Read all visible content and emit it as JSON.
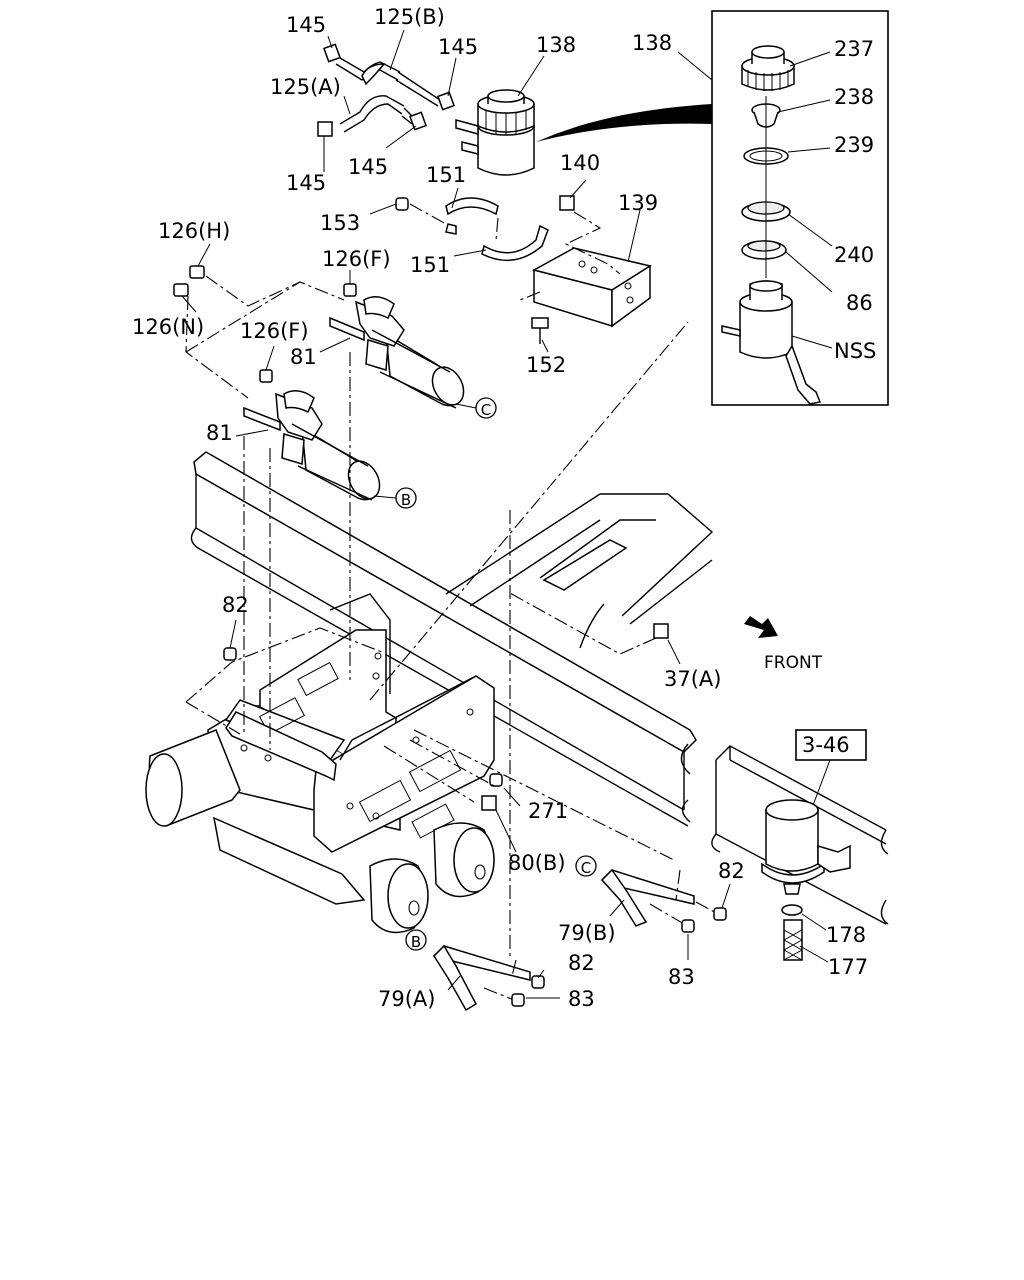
{
  "callouts": {
    "c145_a": "145",
    "c145_b": "145",
    "c145_c": "145",
    "c145_d": "145",
    "c125b": "125(B)",
    "c125a": "125(A)",
    "c138": "138",
    "c138_detail": "138",
    "c237": "237",
    "c238": "238",
    "c239": "239",
    "c240": "240",
    "c86": "86",
    "cNSS": "NSS",
    "c140": "140",
    "c151_a": "151",
    "c151_b": "151",
    "c153": "153",
    "c139": "139",
    "c152": "152",
    "c126h": "126(H)",
    "c126n": "126(N)",
    "c126f_a": "126(F)",
    "c126f_b": "126(F)",
    "c81_a": "81",
    "c81_b": "81",
    "c82_a": "82",
    "c82_b": "82",
    "c82_c": "82",
    "c37a": "37(A)",
    "c271": "271",
    "c80b": "80(B)",
    "c79b": "79(B)",
    "c79a": "79(A)",
    "c83_a": "83",
    "c83_b": "83",
    "c178": "178",
    "c177": "177"
  },
  "reference_box": "3-46",
  "direction_label": "FRONT",
  "connectors": {
    "b_top": "B",
    "c_top": "C",
    "b_bottom": "B",
    "c_bottom": "C"
  }
}
